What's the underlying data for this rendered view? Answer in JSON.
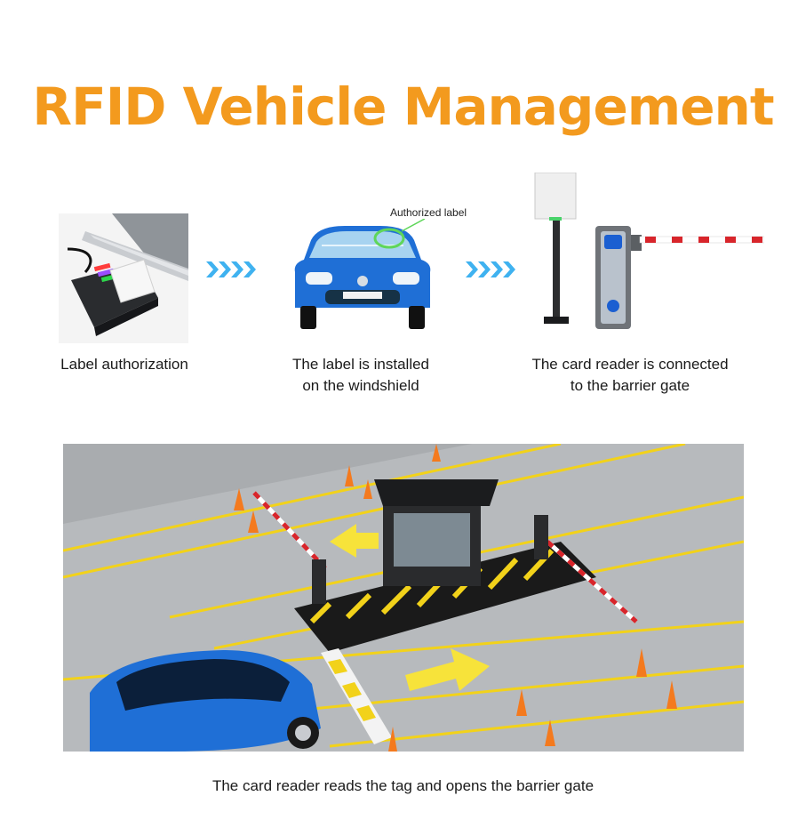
{
  "title": "RFID Vehicle Management",
  "colors": {
    "title_orange": "#f39a1e",
    "arrow_blue": "#3fb2f0",
    "car_blue": "#1f6fd6",
    "barrier_red": "#d8252b",
    "tag_ring_green": "#5fd65a",
    "floor_yellow": "#f2d21a"
  },
  "steps": [
    {
      "caption_lines": [
        "Label authorization"
      ],
      "icon": "rfid-desktop-reader-icon"
    },
    {
      "caption_lines": [
        "The label is installed",
        "on the windshield"
      ],
      "icon": "blue-car-front-icon",
      "callout": "Authorized label"
    },
    {
      "caption_lines": [
        "The card reader is connected",
        "to the barrier gate"
      ],
      "icon": "reader-and-barrier-gate-icon"
    }
  ],
  "flow_arrows": [
    "chevron-right-icon",
    "chevron-right-icon"
  ],
  "scene": {
    "icon": "toll-booth-scene-icon",
    "caption": "The card reader reads the tag and opens the barrier gate"
  }
}
